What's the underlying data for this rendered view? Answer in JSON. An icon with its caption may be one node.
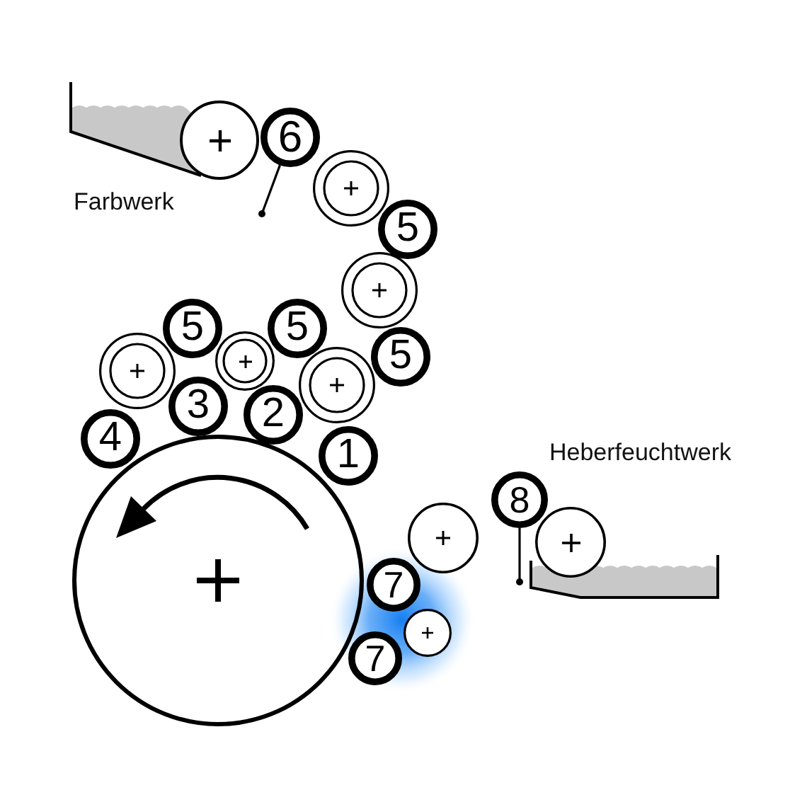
{
  "diagram": {
    "nodes": [
      {
        "text": [],
        "shape": "circle"
      },
      {
        "text": [
          "6"
        ]
      },
      {
        "text": [],
        "shape": "circle"
      },
      {
        "text": [
          "5"
        ]
      },
      {
        "text": [],
        "shape": "circle"
      },
      {
        "text": [
          "5"
        ]
      },
      {
        "text": [
          "5"
        ]
      },
      {
        "text": [
          "5"
        ]
      },
      {
        "text": [],
        "shape": "circle"
      },
      {
        "text": [],
        "shape": "circle"
      },
      {
        "text": [],
        "shape": "circle"
      },
      {
        "text": [
          "3"
        ]
      },
      {
        "text": [
          "2"
        ]
      },
      {
        "text": [
          "4"
        ]
      },
      {
        "text": [
          "1"
        ]
      },
      {
        "text": [
          "8"
        ]
      },
      {
        "text": [],
        "shape": "circle"
      },
      {
        "text": [],
        "shape": "circle"
      },
      {
        "text": [],
        "shape": "circle"
      },
      {
        "text": [
          "7"
        ]
      },
      {
        "text": [],
        "shape": "circle"
      },
      {
        "text": [
          "7"
        ]
      }
    ],
    "labels": [
      "Farbwerk",
      "Heberfeuchtwerk"
    ]
  }
}
